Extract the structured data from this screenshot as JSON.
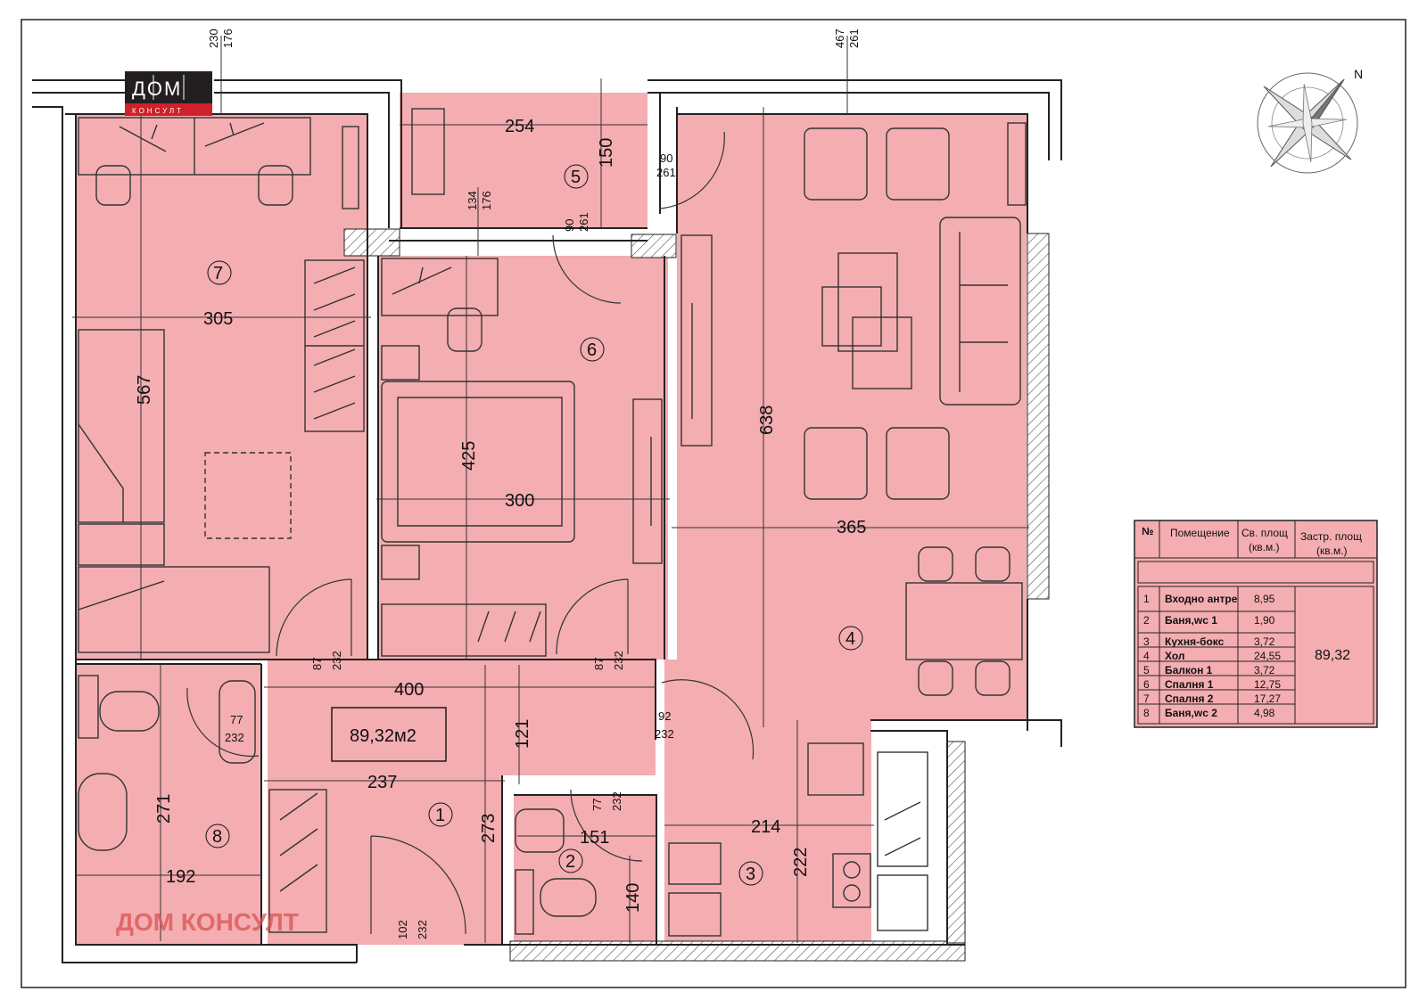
{
  "brand": {
    "logo_text": "ДОМ",
    "logo_subtext": "КОНСУЛТ",
    "watermark": "ДОМ КОНСУЛТ",
    "colors": {
      "room_fill": "#f4adb1",
      "wall": "#333333",
      "logo_red": "#d0202a",
      "logo_dark": "#231f20"
    }
  },
  "plan": {
    "area_label": "89,32м2",
    "room_numbers": [
      "1",
      "2",
      "3",
      "4",
      "5",
      "6",
      "7",
      "8"
    ],
    "dimensions": {
      "d230": "230",
      "d176a": "176",
      "d467": "467",
      "d261a": "261",
      "d254": "254",
      "d150": "150",
      "d90a": "90",
      "d261b": "261",
      "d134": "134",
      "d176b": "176",
      "d90b": "90",
      "d261c": "261",
      "d305": "305",
      "d567": "567",
      "d425": "425",
      "d300": "300",
      "d638": "638",
      "d365": "365",
      "d87a": "87",
      "d232a": "232",
      "d87b": "87",
      "d232b": "232",
      "d400": "400",
      "d121": "121",
      "d92": "92",
      "d232c": "232",
      "d77a": "77",
      "d232d": "232",
      "d271": "271",
      "d237": "237",
      "d273": "273",
      "d77b": "77",
      "d232e": "232",
      "d151": "151",
      "d214": "214",
      "d222": "222",
      "d140": "140",
      "d192": "192",
      "d102": "102",
      "d232f": "232"
    }
  },
  "table": {
    "headers": [
      "№",
      "Помещение",
      "Св. площ (кв.м.)",
      "Застр. площ (кв.м.)"
    ],
    "h_no": "№",
    "h_room": "Помещение",
    "h_net1": "Св. площ",
    "h_net2": "(кв.м.)",
    "h_gross1": "Застр. площ",
    "h_gross2": "(кв.м.)",
    "rows": [
      {
        "no": "1",
        "name": "Входно антре",
        "area": "8,95"
      },
      {
        "no": "2",
        "name": "Баня,wc 1",
        "area": "1,90"
      },
      {
        "no": "3",
        "name": "Кухня-бокс",
        "area": "3,72"
      },
      {
        "no": "4",
        "name": "Хол",
        "area": "24,55"
      },
      {
        "no": "5",
        "name": "Балкон 1",
        "area": "3,72"
      },
      {
        "no": "6",
        "name": "Спалня 1",
        "area": "12,75"
      },
      {
        "no": "7",
        "name": "Спалня 2",
        "area": "17,27"
      },
      {
        "no": "8",
        "name": "Баня,wc 2",
        "area": "4,98"
      }
    ],
    "total": "89,32"
  },
  "compass": {
    "north_label": "N"
  }
}
